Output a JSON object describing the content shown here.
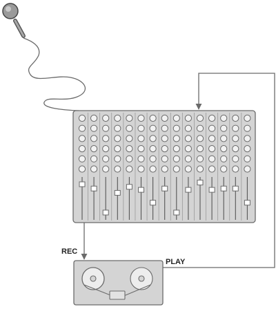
{
  "labels": {
    "rec": "REC",
    "play": "PLAY"
  },
  "icons": {
    "microphone": "microphone-icon",
    "mixer": "mixing-console-icon",
    "tape": "reel-to-reel-tape-recorder-icon"
  },
  "mixer": {
    "channel_count": 15,
    "knob_rows": 6,
    "fader_levels": [
      0.83,
      0.73,
      0.17,
      0.63,
      0.77,
      0.7,
      0.4,
      0.73,
      0.17,
      0.7,
      0.87,
      0.7,
      0.73,
      0.73,
      0.4
    ]
  },
  "colors": {
    "device_fill": "#d4d4d4",
    "device_stroke": "#6a6a6a",
    "line": "#6a6a6a"
  }
}
